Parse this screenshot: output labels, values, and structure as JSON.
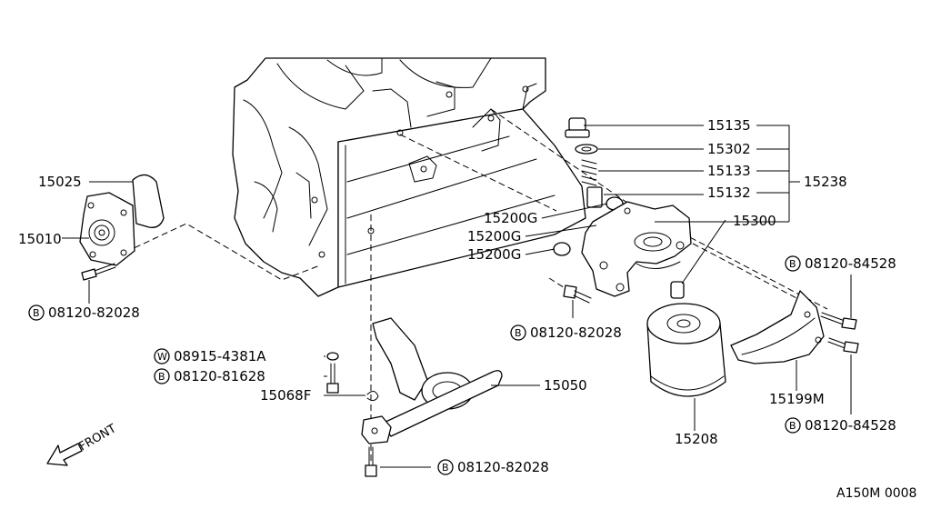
{
  "labels": {
    "p15135": "15135",
    "p15302": "15302",
    "p15133": "15133",
    "p15132": "15132",
    "p15238": "15238",
    "p15300": "15300",
    "p15200g_1": "15200G",
    "p15200g_2": "15200G",
    "p15200g_3": "15200G",
    "p15025": "15025",
    "p15010": "15010",
    "p15050": "15050",
    "p15068f": "15068F",
    "p15208": "15208",
    "p15199m": "15199M",
    "bolt_82028_pump": "08120-82028",
    "bolt_82028_filter": "08120-82028",
    "bolt_82028_strainer": "08120-82028",
    "bolt_84528_upper": "08120-84528",
    "bolt_84528_lower": "08120-84528",
    "bolt_81628": "08120-81628",
    "washer_4381a": "08915-4381A",
    "front": "FRONT",
    "ref": "A150M 0008"
  },
  "prefix": {
    "bolt": "B",
    "washer": "W"
  }
}
